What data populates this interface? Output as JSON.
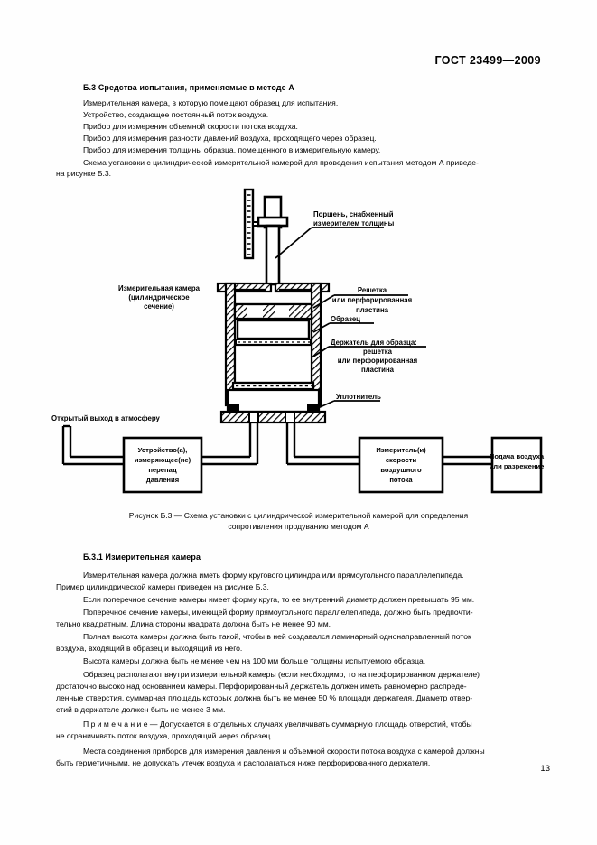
{
  "document": {
    "standard_number": "ГОСТ 23499—2009",
    "page_number": "13"
  },
  "sections": {
    "b3": {
      "heading": "Б.3  Средства испытания, применяемые в методе А",
      "lines": [
        "Измерительная камера, в которую помещают образец для испытания.",
        "Устройство, создающее постоянный поток воздуха.",
        "Прибор для измерения объемной скорости потока воздуха.",
        "Прибор для измерения разности давлений воздуха, проходящего через образец.",
        "Прибор для измерения толщины образца, помещенного в измерительную камеру."
      ],
      "closing_paragraph_line1": "Схема установки с цилиндрической измерительной камерой для проведения испытания методом А приведе-",
      "closing_paragraph_line2": "на рисунке Б.3."
    },
    "b31": {
      "heading": "Б.3.1  Измерительная камера",
      "paragraphs": [
        {
          "lines": [
            "Измерительная  камера  должна  иметь  форму  кругового  цилиндра  или  прямоугольного  параллелепипеда.",
            "Пример цилиндрической камеры приведен на рисунке Б.3."
          ]
        },
        {
          "lines": [
            "Если поперечное сечение камеры имеет форму круга, то ее внутренний диаметр должен превышать 95 мм."
          ]
        },
        {
          "lines": [
            "Поперечное сечение камеры, имеющей форму прямоугольного параллелепипеда, должно быть предпочти-",
            "тельно квадратным. Длина стороны квадрата должна быть не менее 90 мм."
          ]
        },
        {
          "lines": [
            "Полная высота камеры должна быть такой, чтобы в ней создавался ламинарный однонаправленный поток",
            "воздуха, входящий в образец и выходящий из него."
          ]
        },
        {
          "lines": [
            "Высота камеры должна быть не менее чем на 100 мм больше толщины испытуемого образца."
          ]
        },
        {
          "lines": [
            "Образец располагают внутри измерительной камеры (если необходимо, то на перфорированном держателе)",
            "достаточно высоко над основанием камеры. Перфорированный держатель должен иметь равномерно распреде-",
            "ленные отверстия, суммарная площадь которых должна быть не менее 50 % площади держателя. Диаметр отвер-",
            "стий в держателе должен быть не менее 3 мм."
          ]
        }
      ],
      "note": {
        "lines": [
          "П р и м е ч а н и е — Допускается в отдельных случаях увеличивать суммарную площадь отверстий, чтобы",
          "не ограничивать поток воздуха, проходящий через образец."
        ]
      },
      "final_paragraph": {
        "lines": [
          "Места соединения приборов для измерения давления и объемной скорости потока воздуха с камерой должны",
          "быть герметичными, не допускать утечек воздуха и располагаться ниже перфорированного держателя."
        ]
      }
    }
  },
  "figure": {
    "caption_line1": "Рисунок Б.3 —  Схема установки с цилиндрической измерительной камерой для определения",
    "caption_line2": "сопротивления продуванию методом А",
    "labels": {
      "piston_line1": "Поршень, снабженный",
      "piston_line2": "измерителем толщины",
      "chamber_line1": "Измерительная камера",
      "chamber_line2": "(цилиндрическое",
      "chamber_line3": "сечение)",
      "grid_line1": "Решетка",
      "grid_line2": "или перфорированная",
      "grid_line3": "пластина",
      "specimen": "Образец",
      "holder_line1": "Держатель для образца:",
      "holder_line2": "решетка",
      "holder_line3": "или перфорированная",
      "holder_line4": "пластина",
      "seal": "Уплотнитель",
      "open_outlet": "Открытый выход в атмосферу",
      "box_pressure_line1": "Устройство(а),",
      "box_pressure_line2": "измеряющее(ие)",
      "box_pressure_line3": "перепад",
      "box_pressure_line4": "давления",
      "box_flow_line1": "Измеритель(и)",
      "box_flow_line2": "скорости",
      "box_flow_line3": "воздушного",
      "box_flow_line4": "потока",
      "box_supply_line1": "Подача воздуха",
      "box_supply_line2": "или разрежение"
    }
  },
  "colors": {
    "ink": "#000000",
    "paper": "#fefefe"
  }
}
